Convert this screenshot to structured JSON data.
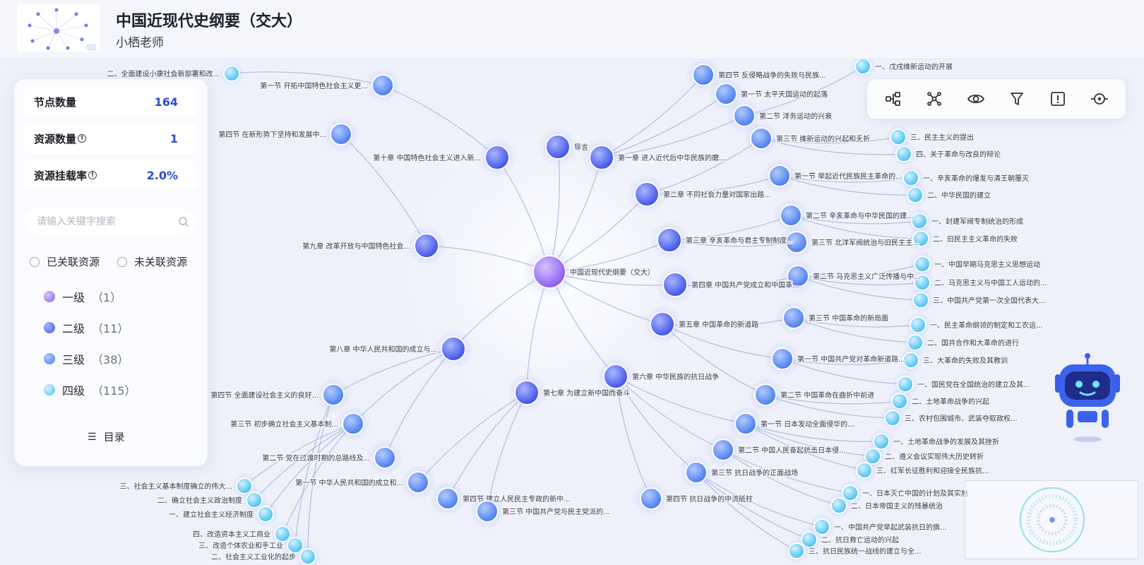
{
  "header": {
    "title": "中国近现代史纲要（交大）",
    "subtitle": "小栖老师"
  },
  "stats": [
    {
      "label": "节点数量",
      "value": "164",
      "info": false
    },
    {
      "label": "资源数量",
      "value": "1",
      "info": true
    },
    {
      "label": "资源挂载率",
      "value": "2.0%",
      "info": true
    }
  ],
  "search": {
    "placeholder": "请输入关键字搜索",
    "value": ""
  },
  "filters": [
    {
      "label": "已关联资源",
      "checked": false
    },
    {
      "label": "未关联资源",
      "checked": false
    }
  ],
  "levels": [
    {
      "label": "一级",
      "count": "（1）",
      "color": "#8f6cf0"
    },
    {
      "label": "二级",
      "count": "（11）",
      "color": "#5f6ff0"
    },
    {
      "label": "三级",
      "count": "（38）",
      "color": "#5b8cf4"
    },
    {
      "label": "四级",
      "count": "（115）",
      "color": "#52c6ee"
    }
  ],
  "catalog_label": "目录",
  "toolbar": [
    "tree-layout-icon",
    "network-layout-icon",
    "eye-icon",
    "filter-icon",
    "alert-icon",
    "focus-icon"
  ],
  "colors": {
    "accent": "#2b4bd6",
    "edge": "#a9b8da",
    "root": "#9b7cf4",
    "level2": "#4a5ff0",
    "level3": "#5b8cf4",
    "level4": "#5ec9f0"
  },
  "graph": {
    "root": "中国近现代史纲要（交大）",
    "nodes": [
      {
        "label": "导言",
        "level": 2
      },
      {
        "label": "第一章 进入近代后中华民族的磨...",
        "level": 2
      },
      {
        "label": "第二章 不同社会力量对国家出路...",
        "level": 2
      },
      {
        "label": "第三章 辛亥革命与君主专制制度...",
        "level": 2
      },
      {
        "label": "第四章 中国共产党成立和中国革...",
        "level": 2
      },
      {
        "label": "第五章 中国革命的新道路",
        "level": 2
      },
      {
        "label": "第六章 中华民族的抗日战争",
        "level": 2
      },
      {
        "label": "第七章 为建立新中国而奋斗",
        "level": 2
      },
      {
        "label": "第八章 中华人民共和国的成立与...",
        "level": 2
      },
      {
        "label": "第九章 改革开放与中国特色社会...",
        "level": 2
      },
      {
        "label": "第十章 中国特色社会主义进入新...",
        "level": 2
      },
      {
        "label": "第四节 反侵略战争的失败与民族...",
        "level": 3
      },
      {
        "label": "第一节 太平天国运动的起落",
        "level": 3
      },
      {
        "label": "第二节 洋务运动的兴衰",
        "level": 3
      },
      {
        "label": "第三节 维新运动的兴起和夭折",
        "level": 3
      },
      {
        "label": "第一节 举起近代民族民主革命的...",
        "level": 3
      },
      {
        "label": "第二节 辛亥革命与中华民国的建...",
        "level": 3
      },
      {
        "label": "第三节 北洋军阀统治与旧民主主...",
        "level": 3
      },
      {
        "label": "第二节 马克思主义广泛传播与中...",
        "level": 3
      },
      {
        "label": "第三节 中国革命的新局面",
        "level": 3
      },
      {
        "label": "第一节 中国共产党对革命新道路...",
        "level": 3
      },
      {
        "label": "第二节 中国革命在曲折中前进",
        "level": 3
      },
      {
        "label": "第一节 日本发动全面侵华的...",
        "level": 3
      },
      {
        "label": "第二节 中国人民奋起抗击日本侵...",
        "level": 3
      },
      {
        "label": "第三节 抗日战争的正面战场",
        "level": 3
      },
      {
        "label": "第四节 抗日战争的中流砥柱",
        "level": 3
      },
      {
        "label": "第一节 开拓中国特色社会主义更...",
        "level": 3
      },
      {
        "label": "第四节 在新形势下坚持和发展中...",
        "level": 3
      },
      {
        "label": "第一节 中华人民共和国的成立和...",
        "level": 3
      },
      {
        "label": "第二节 党在过渡时期的总路线及...",
        "level": 3
      },
      {
        "label": "第三节 初步确立社会主义基本制...",
        "level": 3
      },
      {
        "label": "第四节 全面建设社会主义的良好...",
        "level": 3
      },
      {
        "label": "第四节 建立人民民主专政的新中...",
        "level": 3
      },
      {
        "label": "第三节 中国共产党与民主党派的...",
        "level": 3
      },
      {
        "label": "一、戊戌维新运动的开展",
        "level": 4
      },
      {
        "label": "三、民主主义的提出",
        "level": 4
      },
      {
        "label": "四、关于革命与改良的辩论",
        "level": 4
      },
      {
        "label": "一、辛亥革命的爆发与清王朝覆灭",
        "level": 4
      },
      {
        "label": "二、中华民国的建立",
        "level": 4
      },
      {
        "label": "一、封建军阀专制统治的形成",
        "level": 4
      },
      {
        "label": "二、旧民主主义革命的失败",
        "level": 4
      },
      {
        "label": "一、中国早期马克思主义思想运动",
        "level": 4
      },
      {
        "label": "二、马克思主义与中国工人运动的...",
        "level": 4
      },
      {
        "label": "三、中国共产党第一次全国代表大...",
        "level": 4
      },
      {
        "label": "一、民主革命纲领的制定和工农运...",
        "level": 4
      },
      {
        "label": "二、国共合作和大革命的进行",
        "level": 4
      },
      {
        "label": "三、大革命的失败及其教训",
        "level": 4
      },
      {
        "label": "一、国民党在全国统治的建立及其...",
        "level": 4
      },
      {
        "label": "二、土地革命战争的兴起",
        "level": 4
      },
      {
        "label": "三、农村包围城市、武装夺取政权...",
        "level": 4
      },
      {
        "label": "一、土地革命战争的发展及其挫折",
        "level": 4
      },
      {
        "label": "二、遵义会议实现伟大历史转折",
        "level": 4
      },
      {
        "label": "三、红军长征胜利和迎接全民族抗...",
        "level": 4
      },
      {
        "label": "一、日本灭亡中国的计划及其实施",
        "level": 4
      },
      {
        "label": "二、日本帝国主义的残暴统治",
        "level": 4
      },
      {
        "label": "一、中国共产党举起武装抗日的旗...",
        "level": 4
      },
      {
        "label": "二、抗日救亡运动的兴起",
        "level": 4
      },
      {
        "label": "三、抗日民族统一战线的建立与全...",
        "level": 4
      },
      {
        "label": "二、全面建设小康社会新部署和改...",
        "level": 4
      },
      {
        "label": "三、社会主义基本制度确立的伟大...",
        "level": 4
      },
      {
        "label": "二、确立社会主义政治制度",
        "level": 4
      },
      {
        "label": "一、建立社会主义经济制度",
        "level": 4
      },
      {
        "label": "四、改造资本主义工商业",
        "level": 4
      },
      {
        "label": "三、改造个体农业和手工业",
        "level": 4
      },
      {
        "label": "二、社会主义工业化的起步",
        "level": 4
      }
    ]
  }
}
